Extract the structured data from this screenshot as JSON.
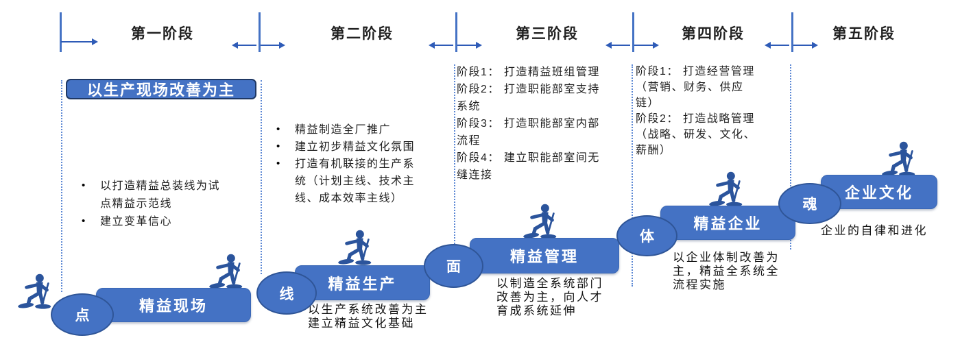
{
  "bullet_char": "•",
  "colors": {
    "accent": "#4472C4",
    "accent_dark": "#2F5597",
    "banner_border": "#1F3864"
  },
  "header": {
    "stage_labels": [
      "第一阶段",
      "第二阶段",
      "第三阶段",
      "第四阶段",
      "第五阶段"
    ]
  },
  "stage1": {
    "banner": "以生产现场改善为主",
    "bullets": [
      "以打造精益总装线为试点精益示范线",
      "建立变革信心"
    ]
  },
  "stage2": {
    "bullets": [
      "精益制造全厂推广",
      "建立初步精益文化氛围",
      "打造有机联接的生产系统（计划主线、技术主线、成本效率主线）"
    ]
  },
  "stage3": {
    "phases": [
      "阶段1： 打造精益班组管理",
      "阶段2： 打造职能部室支持系统",
      "阶段3： 打造职能部室内部流程",
      "阶段4： 建立职能部室间无缝连接"
    ]
  },
  "stage4": {
    "phases": [
      "阶段1： 打造经营管理（营销、财务、供应链）",
      "阶段2： 打造战略管理（战略、研发、文化、薪酬）"
    ]
  },
  "steps": [
    {
      "circle": "点",
      "bar": "精益现场"
    },
    {
      "circle": "线",
      "bar": "精益生产",
      "desc_lines": [
        "以生产系统改善为主",
        "建立精益文化基础"
      ]
    },
    {
      "circle": "面",
      "bar": "精益管理",
      "desc": "以制造全系统部门改善为主，向人才育成系统延伸"
    },
    {
      "circle": "体",
      "bar": "精益企业",
      "desc": "以企业体制改善为主，精益全系统全流程实施"
    },
    {
      "circle": "魂",
      "bar": "企业文化",
      "desc": "企业的自律和进化"
    }
  ]
}
